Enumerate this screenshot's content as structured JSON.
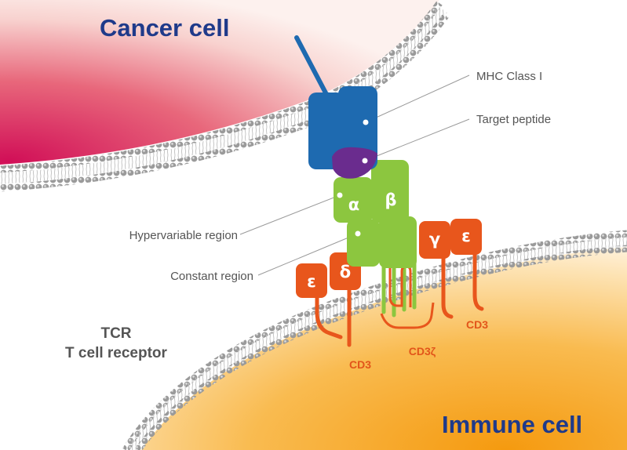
{
  "titles": {
    "cancer_cell": "Cancer cell",
    "immune_cell": "Immune cell"
  },
  "callouts": {
    "mhc": "MHC Class I",
    "peptide": "Target peptide",
    "hypervariable": "Hypervariable region",
    "constant": "Constant region"
  },
  "tcr": {
    "line1": "TCR",
    "line2": "T cell receptor"
  },
  "chains": {
    "alpha": "α",
    "beta": "β"
  },
  "cd3": {
    "left_label": "CD3",
    "right_label": "CD3",
    "zeta_label": "CD3ζ",
    "left_outer": "ε",
    "left_inner": "δ",
    "right_inner": "γ",
    "right_outer": "ε"
  },
  "colors": {
    "mhc": "#1e6ab0",
    "peptide": "#6a2c8e",
    "tcr": "#8cc63f",
    "cd3": "#e8561c",
    "membrane": "#a7a7a7",
    "cancer": "#d21d5c",
    "immune": "#f7a421",
    "title": "#1f3a8a"
  }
}
